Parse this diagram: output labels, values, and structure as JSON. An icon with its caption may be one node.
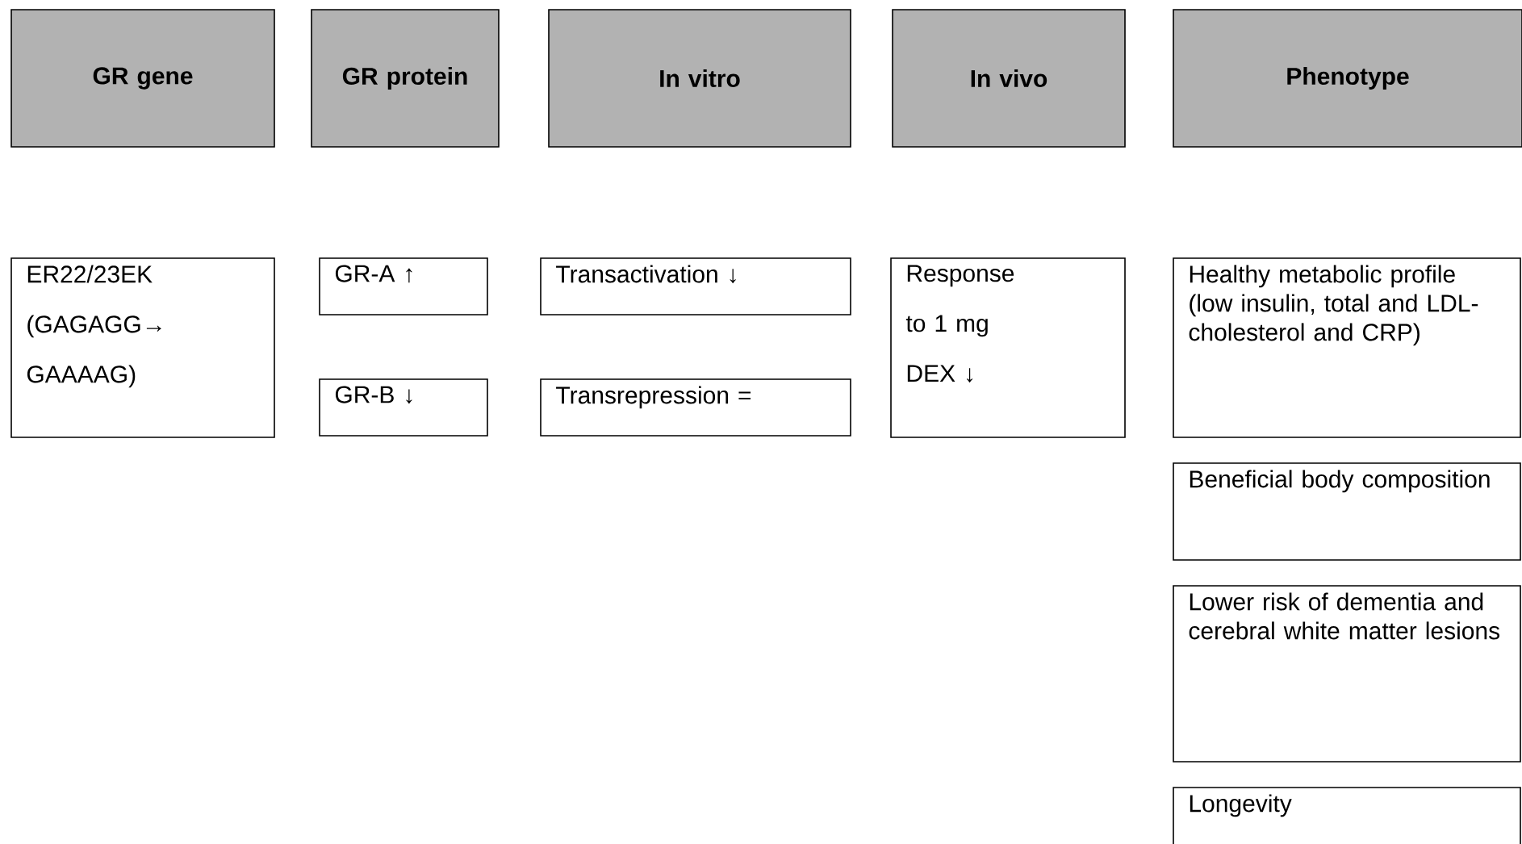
{
  "diagram": {
    "nodes": [
      {
        "text": [
          "GR gene"
        ]
      },
      {
        "text": [
          "GR protein"
        ]
      },
      {
        "text": [
          "In vitro"
        ]
      },
      {
        "text": [
          "In vivo"
        ]
      },
      {
        "text": [
          "Phenotype"
        ]
      },
      {
        "text": [
          "ER22/23EK (GAGAGG→ GAAAAG)"
        ]
      },
      {
        "text": [
          "GR-A ↑"
        ]
      },
      {
        "text": [
          "GR-B ↓"
        ]
      },
      {
        "text": [
          "Transactivation ↓"
        ]
      },
      {
        "text": [
          "Transrepression ="
        ]
      },
      {
        "text": [
          "Response to 1 mg DEX ↓"
        ]
      },
      {
        "text": [
          "Healthy metabolic profile (low insulin, total and LDL-cholesterol and CRP)"
        ]
      },
      {
        "text": [
          "Beneficial body composition"
        ]
      },
      {
        "text": [
          "Lower risk of dementia and cerebral white matter lesions"
        ]
      },
      {
        "text": [
          "Longevity"
        ]
      }
    ]
  }
}
